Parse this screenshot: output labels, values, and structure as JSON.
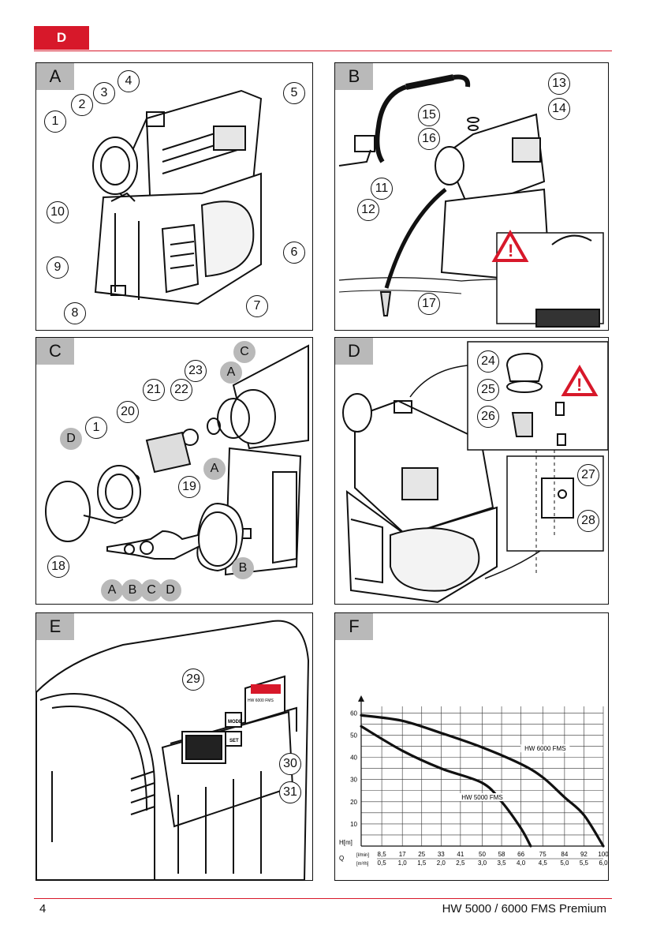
{
  "header": {
    "lang": "D"
  },
  "footer": {
    "page": "4",
    "title": "HW 5000 / 6000 FMS Premium"
  },
  "panels": {
    "A": {
      "letter": "A",
      "callouts": [
        "1",
        "2",
        "3",
        "4",
        "5",
        "6",
        "7",
        "8",
        "9",
        "10"
      ]
    },
    "B": {
      "letter": "B",
      "callouts": [
        "11",
        "12",
        "13",
        "14",
        "15",
        "16",
        "17"
      ]
    },
    "C": {
      "letter": "C",
      "callouts": [
        "1",
        "18",
        "19",
        "20",
        "21",
        "22",
        "23",
        "A",
        "A",
        "B",
        "C",
        "D",
        "A",
        "B",
        "C",
        "D"
      ]
    },
    "D": {
      "letter": "D",
      "callouts": [
        "24",
        "25",
        "26",
        "27",
        "28"
      ]
    },
    "E": {
      "letter": "E",
      "callouts": [
        "29",
        "30",
        "31"
      ],
      "display_labels": [
        "MODE",
        "SET"
      ],
      "brand_text": "HW 6000 FMS"
    },
    "F": {
      "letter": "F"
    }
  },
  "chart_data": {
    "type": "line",
    "ylabel": "H[m]",
    "xlabel": "Q",
    "yticks": [
      10,
      20,
      30,
      40,
      50,
      60
    ],
    "ylim": [
      0,
      63
    ],
    "x_units_top": "[l/min]",
    "x_units_bottom": "[m³/h]",
    "x_lmin": [
      "8,5",
      "17",
      "25",
      "33",
      "41",
      "50",
      "58",
      "66",
      "75",
      "84",
      "92",
      "100"
    ],
    "x_m3h": [
      "0,5",
      "1,0",
      "1,5",
      "2,0",
      "2,5",
      "3,0",
      "3,5",
      "4,0",
      "4,5",
      "5,0",
      "5,5",
      "6,0"
    ],
    "xlim": [
      0,
      100
    ],
    "series": [
      {
        "name": "HW 6000 FMS",
        "x": [
          0,
          17,
          33,
          50,
          66,
          75,
          84,
          92,
          100
        ],
        "y": [
          59,
          56.5,
          51,
          44.5,
          37,
          31,
          22,
          14,
          0
        ]
      },
      {
        "name": "HW 5000 FMS",
        "x": [
          0,
          17,
          33,
          50,
          58,
          66,
          70
        ],
        "y": [
          54,
          43,
          35,
          28.5,
          20,
          8,
          0
        ]
      }
    ],
    "colors": {
      "curve": "#111111",
      "grid": "#333333"
    }
  }
}
